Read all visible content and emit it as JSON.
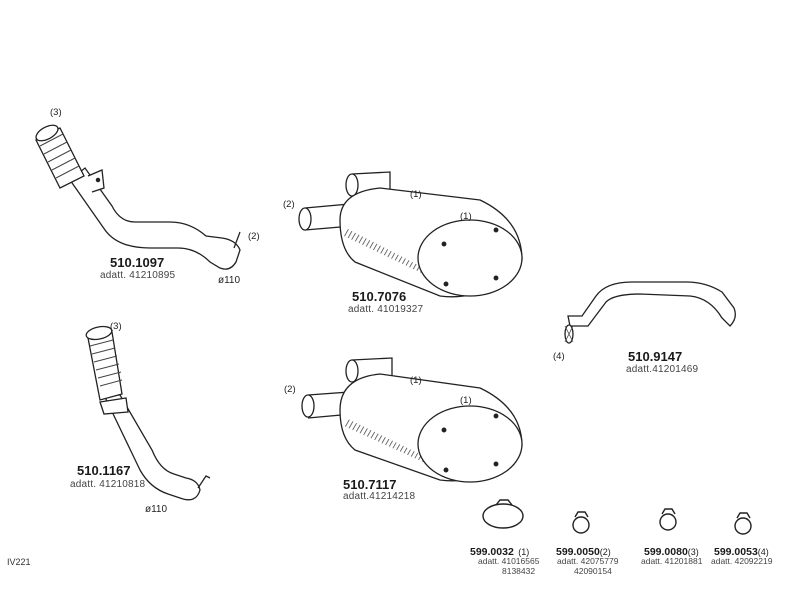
{
  "parts": [
    {
      "code": "510.1097",
      "adatt": "adatt. 41210895",
      "diameter": "ø110",
      "callouts": [
        "(3)",
        "(2)"
      ]
    },
    {
      "code": "510.7076",
      "adatt": "adatt. 41019327",
      "callouts": [
        "(2)",
        "(1)",
        "(1)"
      ]
    },
    {
      "code": "510.9147",
      "adatt": "adatt.41201469",
      "callouts": [
        "(4)"
      ]
    },
    {
      "code": "510.1167",
      "adatt": "adatt. 41210818",
      "diameter": "ø110",
      "callouts": [
        "(3)"
      ]
    },
    {
      "code": "510.7117",
      "adatt": "adatt.41214218",
      "callouts": [
        "(2)",
        "(1)",
        "(1)"
      ]
    }
  ],
  "clamps": [
    {
      "code": "599.0032",
      "note": "(1)",
      "sub": [
        "adatt. 41016565",
        "8138432"
      ]
    },
    {
      "code": "599.0050",
      "note": "(2)",
      "sub": [
        "adatt. 42075779",
        "42090154"
      ]
    },
    {
      "code": "599.0080",
      "note": "(3)",
      "sub": [
        "adatt. 41201881"
      ]
    },
    {
      "code": "599.0053",
      "note": "(4)",
      "sub": [
        "adatt. 42092219"
      ]
    }
  ],
  "footer": {
    "ref": "IV221"
  }
}
